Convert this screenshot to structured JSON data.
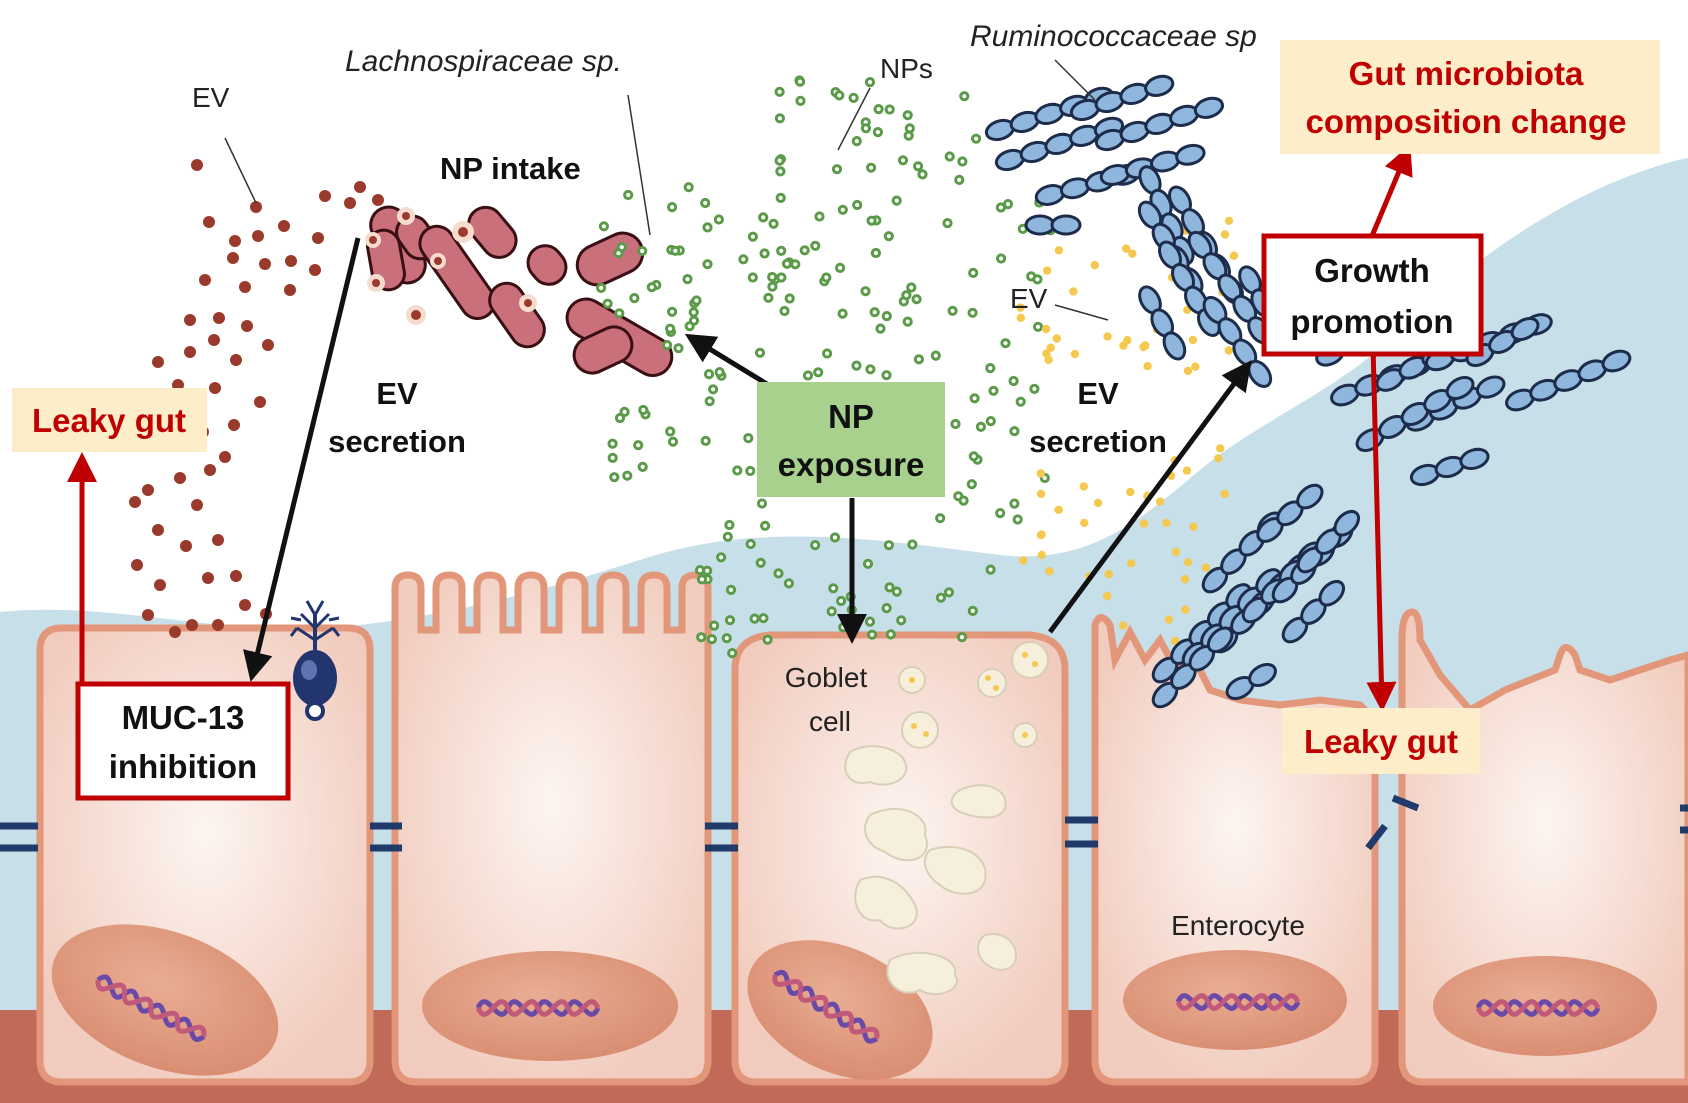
{
  "labels": {
    "ev_left": "EV",
    "lachno": "Lachnospiraceae sp.",
    "nps": "NPs",
    "rumino": "Ruminococcaceae sp",
    "np_intake": "NP intake",
    "ev_secretion_left_1": "EV",
    "ev_secretion_left_2": "secretion",
    "ev_secretion_right_1": "EV",
    "ev_secretion_right_2": "secretion",
    "ev_right": "EV",
    "np_exposure_1": "NP",
    "np_exposure_2": "exposure",
    "leaky_gut_left": "Leaky gut",
    "leaky_gut_right": "Leaky gut",
    "muc13_1": "MUC-13",
    "muc13_2": "inhibition",
    "growth_1": "Growth",
    "growth_2": "promotion",
    "gut_micro_1": "Gut microbiota",
    "gut_micro_2": "composition change",
    "goblet_1": "Goblet",
    "goblet_2": "cell",
    "enterocyte": "Enterocyte"
  },
  "colors": {
    "lumen_blue": "#c6dfe9",
    "cell_fill": "#f6ddd3",
    "cell_stroke": "#e2977a",
    "nucleus": "#df9a7e",
    "basement": "#c06a57",
    "lachno_fill": "#c9707a",
    "lachno_stroke": "#3a0f14",
    "ev_brown": "#9a3a2c",
    "np_green": "#5a9a48",
    "ev_yellow": "#f5c84f",
    "rumino_fill": "#8fb6dc",
    "rumino_stroke": "#1c2c4a",
    "red_text": "#c00000",
    "red_box_stroke": "#c00000",
    "beige_box": "#fdedc8",
    "green_box": "#a9d18e",
    "junction": "#1f3a6b",
    "arrow_black": "#111111"
  },
  "icons": [
    "mucin-icon",
    "dna-icon",
    "mucus-granule-icon"
  ]
}
